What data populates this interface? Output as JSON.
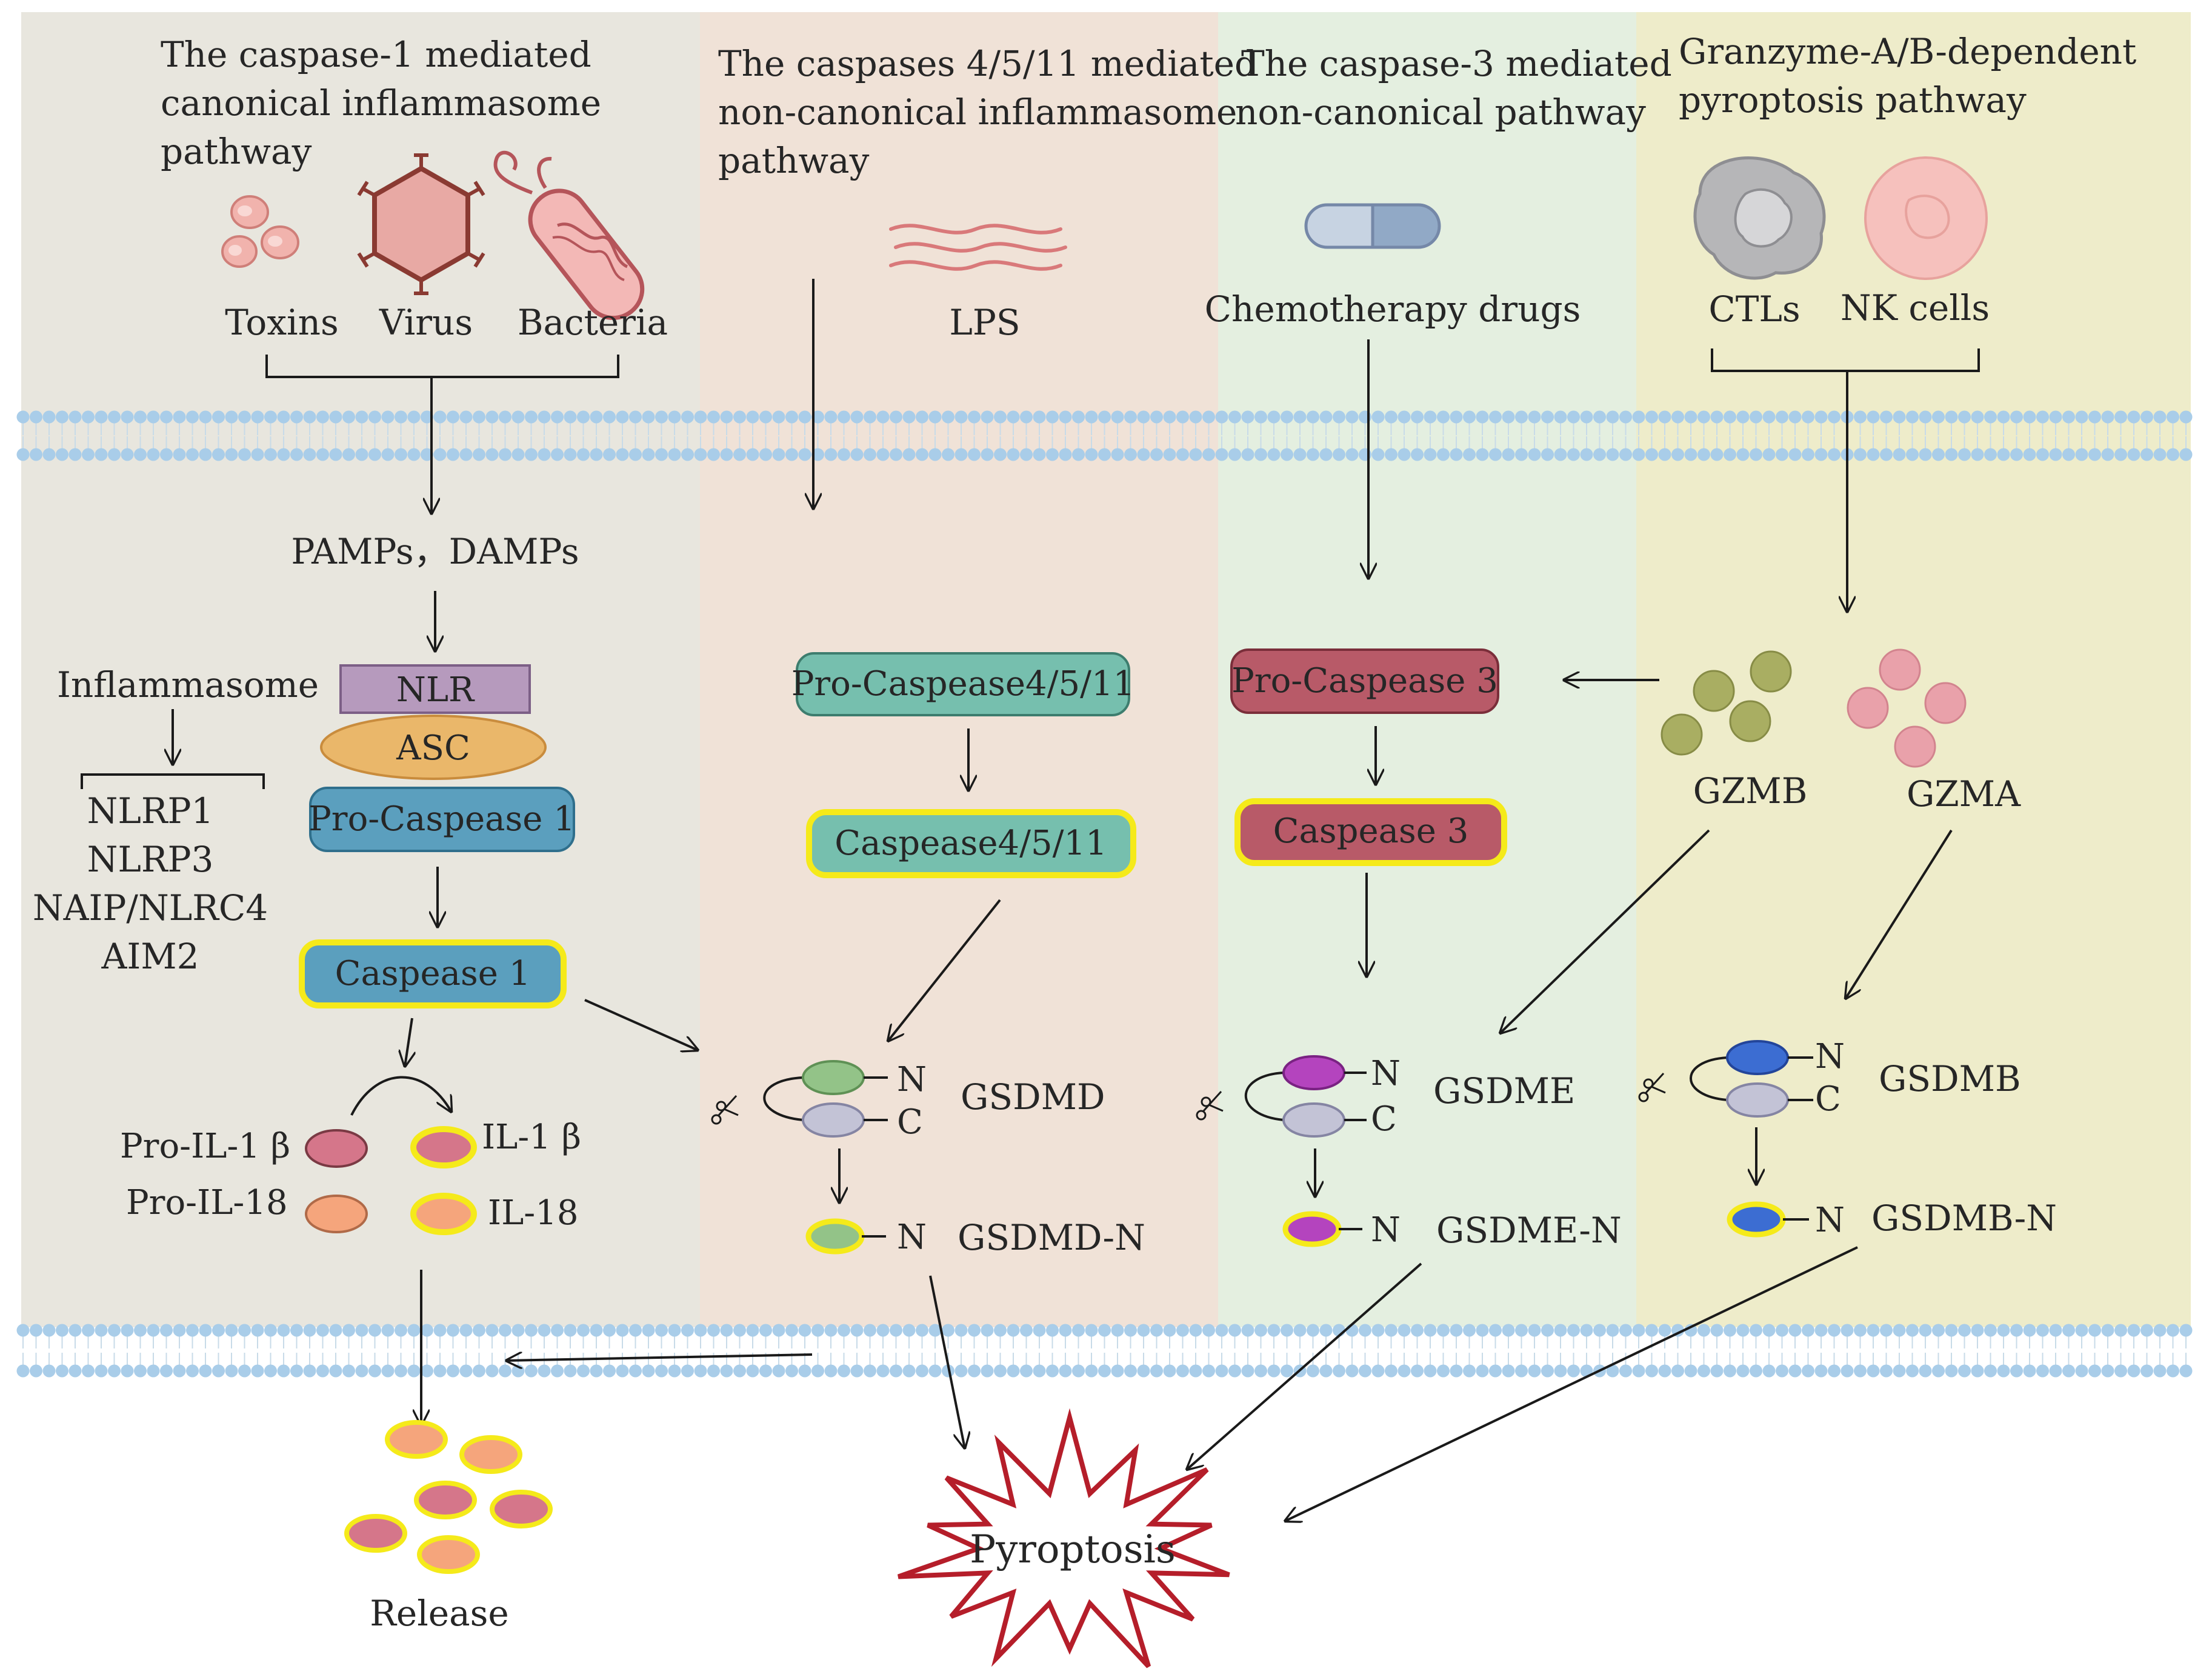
{
  "panels": {
    "canonical": {
      "title": [
        "The caspase-1 mediated",
        "canonical inflammasome",
        "pathway"
      ],
      "color": "#e8e6de",
      "stimuli": [
        "Toxins",
        "Virus",
        "Bacteria"
      ],
      "pamps": "PAMPs，DAMPs",
      "inflammasome": "Inflammasome",
      "inflammasome_list": [
        "NLRP1",
        "NLRP3",
        "NAIP/NLRC4",
        "AIM2"
      ],
      "nlr": "NLR",
      "asc": "ASC",
      "pro_caspase": "Pro-Caspease 1",
      "caspase": "Caspease 1",
      "pro_il1b": "Pro-IL-1 β",
      "pro_il18": "Pro-IL-18",
      "il1b": "IL-1 β",
      "il18": "IL-18",
      "release": "Release"
    },
    "noncanonical": {
      "title": [
        "The caspases 4/5/11 mediated",
        "non-canonical inflammasome",
        "pathway"
      ],
      "color": "#f0e2d7",
      "stimulus": "LPS",
      "pro_caspase": "Pro-Caspease4/5/11",
      "caspase": "Caspease4/5/11",
      "gsdm": "GSDMD",
      "gsdm_n": "GSDMD-N"
    },
    "caspase3": {
      "title": [
        "The caspase-3 mediated",
        "non-canonical pathway"
      ],
      "color": "#e4efe0",
      "stimulus": "Chemotherapy drugs",
      "pro_caspase": "Pro-Caspease 3",
      "caspase": "Caspease 3",
      "gsdm": "GSDME",
      "gsdm_n": "GSDME-N"
    },
    "granzyme": {
      "title": [
        "Granzyme-A/B-dependent",
        "pyroptosis pathway"
      ],
      "color": "#eeecca",
      "cells": [
        "CTLs",
        "NK cells"
      ],
      "gzmb": "GZMB",
      "gzma": "GZMA",
      "gsdm": "GSDMB",
      "gsdm_n": "GSDMB-N"
    }
  },
  "domain_labels": {
    "n": "N",
    "c": "C"
  },
  "outcome": "Pyroptosis",
  "colors": {
    "membrane": "#a9cde9",
    "highlight": "#f5ea1a",
    "nlr": "#b69abd",
    "asc": "#eab76a",
    "caspase1": "#5b9fbe",
    "caspase4": "#76bfae",
    "caspase3": "#b85a68",
    "gsdmd_n": "#93c388",
    "gsdm_c": "#c3c3d6",
    "gsdme_n": "#b444be",
    "gsdmb_n": "#3c6dd2",
    "il1b": "#d5768a",
    "il18": "#f5a57c",
    "gzmb": "#a9ae62",
    "gzma": "#e9a1aa",
    "pyroptosis": "#b51e2a"
  }
}
